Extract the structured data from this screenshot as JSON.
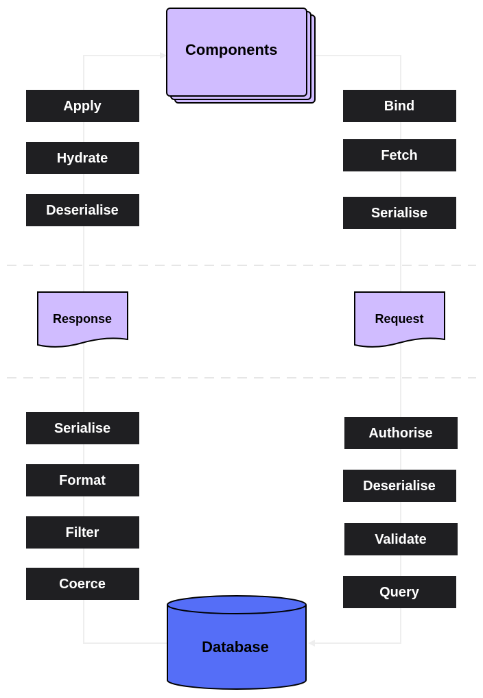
{
  "colors": {
    "step_fill": "#1f1f22",
    "step_text": "#ffffff",
    "document_fill": "#d0bcff",
    "database_fill": "#556ef7",
    "outline": "#000000",
    "connector": "#eeeeee",
    "divider": "#e6e6e6"
  },
  "nodes": {
    "components": "Components",
    "database": "Database",
    "response": "Response",
    "request": "Request"
  },
  "left_column": {
    "top_steps": [
      "Apply",
      "Hydrate",
      "Deserialise"
    ],
    "bottom_steps": [
      "Serialise",
      "Format",
      "Filter",
      "Coerce"
    ]
  },
  "right_column": {
    "top_steps": [
      "Bind",
      "Fetch",
      "Serialise"
    ],
    "bottom_steps": [
      "Authorise",
      "Deserialise",
      "Validate",
      "Query"
    ]
  }
}
